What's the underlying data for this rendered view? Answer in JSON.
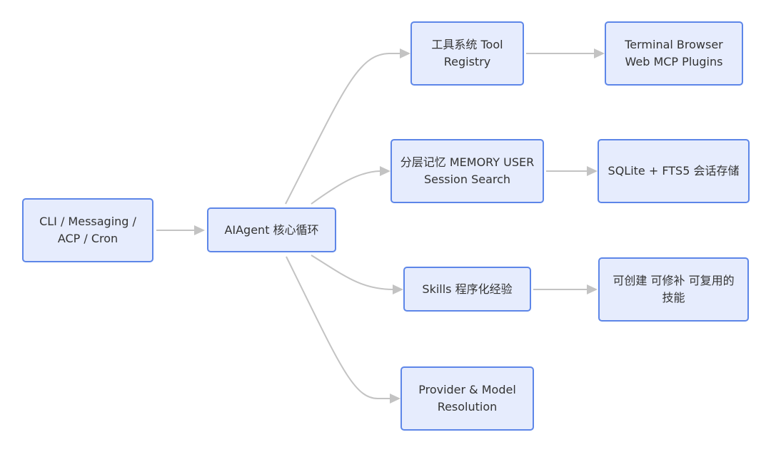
{
  "nodes": {
    "input": "CLI / Messaging /\nACP / Cron",
    "agent": "AIAgent 核心循环",
    "tools": "工具系统 Tool\nRegistry",
    "tools_detail": "Terminal Browser\nWeb MCP Plugins",
    "memory": "分层记忆 MEMORY USER\nSession Search",
    "memory_detail": "SQLite + FTS5 会话存储",
    "skills": "Skills 程序化经验",
    "skills_detail": "可创建 可修补 可复用的\n技能",
    "provider": "Provider & Model\nResolution"
  },
  "colors": {
    "node_fill": "#e6ecfd",
    "node_border": "#5d86e8",
    "edge": "#c3c3c3",
    "text": "#333333"
  }
}
